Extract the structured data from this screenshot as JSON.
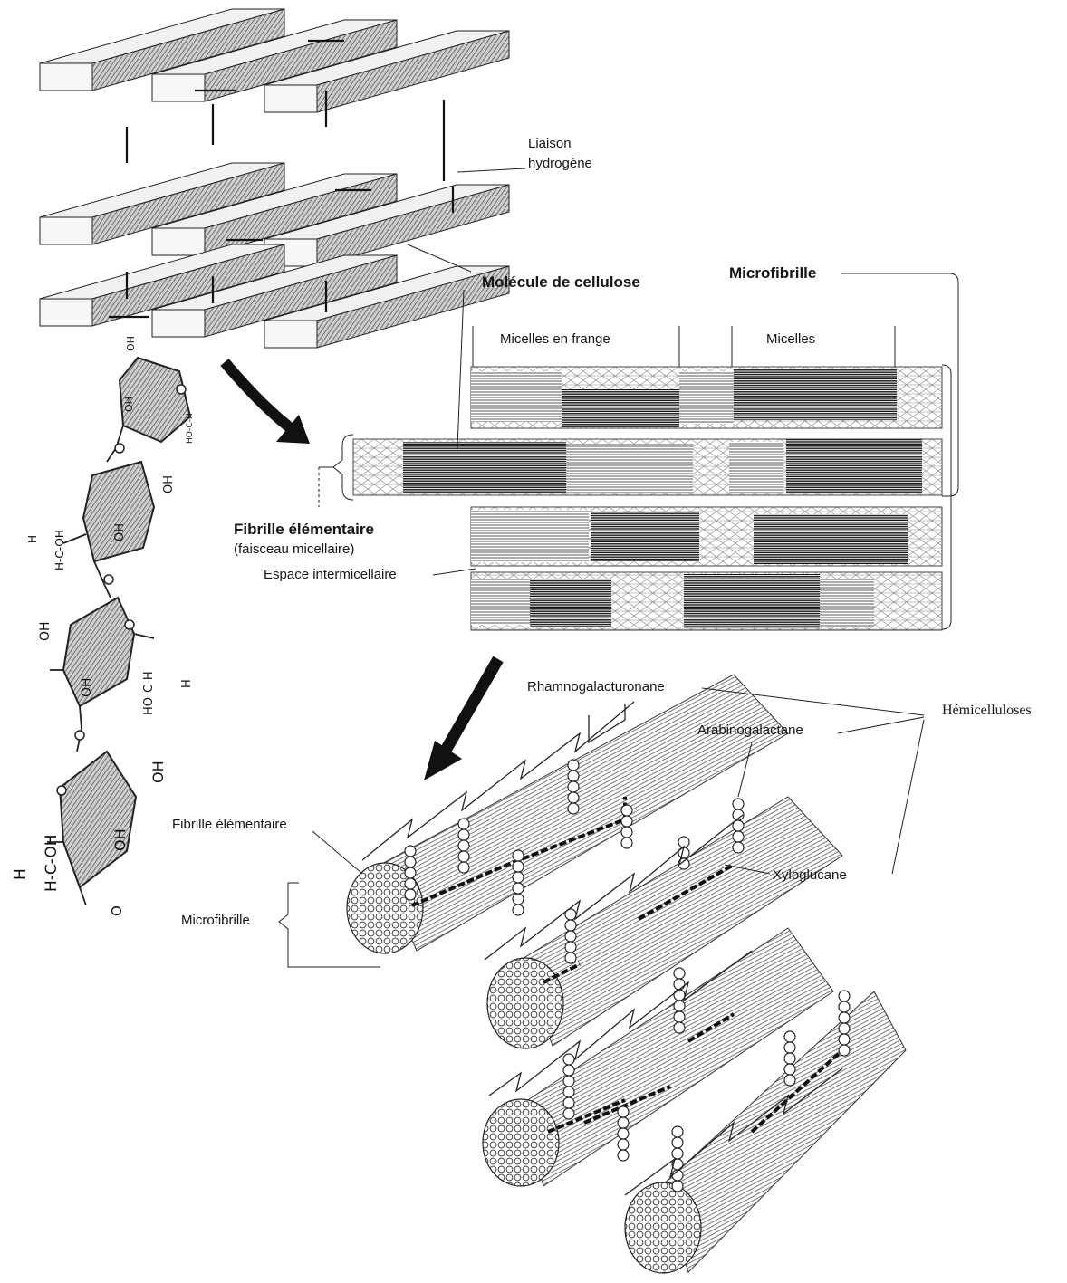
{
  "labels": {
    "liaison_hydrogene_1": "Liaison",
    "liaison_hydrogene_2": "hydrogène",
    "molecule_cellulose": "Molécule de cellulose",
    "microfibrille_top": "Microfibrille",
    "micelles_en_frange": "Micelles en frange",
    "micelles": "Micelles",
    "fibrille_elementaire_bold": "Fibrille élémentaire",
    "faisceau_micellaire": "(faisceau micellaire)",
    "espace_intermicellaire": "Espace intermicellaire",
    "rhamnogalacturonane": "Rhamnogalacturonane",
    "hemicelluloses": "Hémicelluloses",
    "arabinogalactane": "Arabinogalactane",
    "fibrille_elementaire_bottom": "Fibrille élémentaire",
    "microfibrille_bottom": "Microfibrille",
    "xyloglucane": "Xyloglucane"
  },
  "chemistry": {
    "oh": "OH",
    "o": "O",
    "h": "H",
    "ch2oh_a": "H-C-OH",
    "ch2oh_b": "HO-C-H"
  },
  "colors": {
    "ink": "#111111",
    "shade": "#8a8a8a",
    "light": "#f4f4f4"
  }
}
